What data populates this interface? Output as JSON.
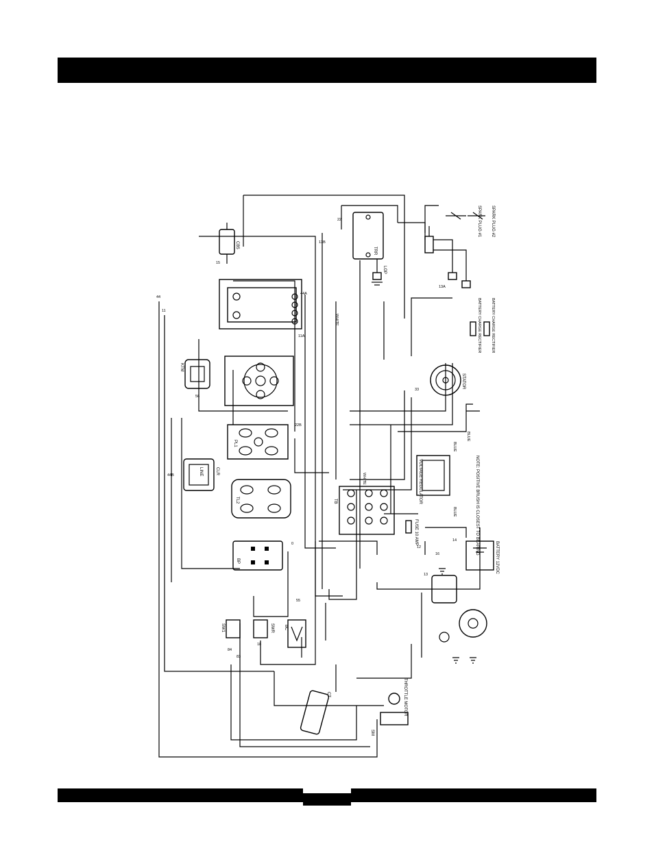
{
  "labels": {
    "cb5": "CB5",
    "ktm": "KTM",
    "tr": "TRR",
    "lo": "LOP",
    "pl1": "PL1",
    "line": "LINE",
    "clr": "CLR",
    "tl2": "TL2",
    "bp": "BP",
    "sw1": "SW1",
    "swr": "SWR",
    "bc": "BC",
    "ct": "CT",
    "sm": "SM",
    "tb": "TB",
    "stator": "STATOR",
    "spark1": "SPARK PLUG #1",
    "spark2": "SPARK PLUG #2",
    "battery": "BATTERY 12VDC",
    "throttle": "THROTTLE MOTOR",
    "fuse": "FUSE 10 AMP",
    "regulator": "VOLTAGE REGULATOR",
    "rectifier1": "BATTERY CHARGE RECTIFIER",
    "rectifier2": "BATTERY CHARGE RECTIFIER",
    "blue1": "BLUE",
    "blue2": "BLUE",
    "blue3": "BLUE",
    "white1": "WHITE",
    "white2": "WHITE",
    "note": "NOTE: POSITIVE BRUSH IS CLOSEST TO BEARING"
  },
  "wires": {
    "w44": "44",
    "w11": "11",
    "w22": "22",
    "w33": "33",
    "w13b": "13B",
    "w15": "15",
    "w56": "56",
    "w0": "0",
    "w18": "18",
    "w14": "14",
    "w13a": "13A",
    "w44a": "44A",
    "w44b": "44B",
    "w22b": "22B",
    "w11a": "11A",
    "w55": "55",
    "w12": "12",
    "w13": "13",
    "w16": "16",
    "w84": "84",
    "w83": "83"
  }
}
